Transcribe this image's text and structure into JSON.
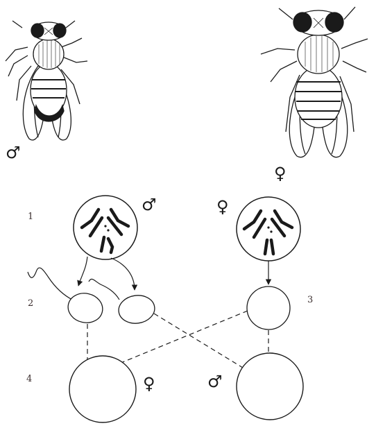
{
  "diagram": {
    "step_labels": [
      "1",
      "2",
      "3",
      "4"
    ],
    "sex_symbols": {
      "male": "♂",
      "female": "♀"
    },
    "line_color": "#1a1a1a"
  },
  "illustrations": {
    "male_fly": "fruit-fly-male-drawing",
    "female_fly": "fruit-fly-female-drawing"
  }
}
